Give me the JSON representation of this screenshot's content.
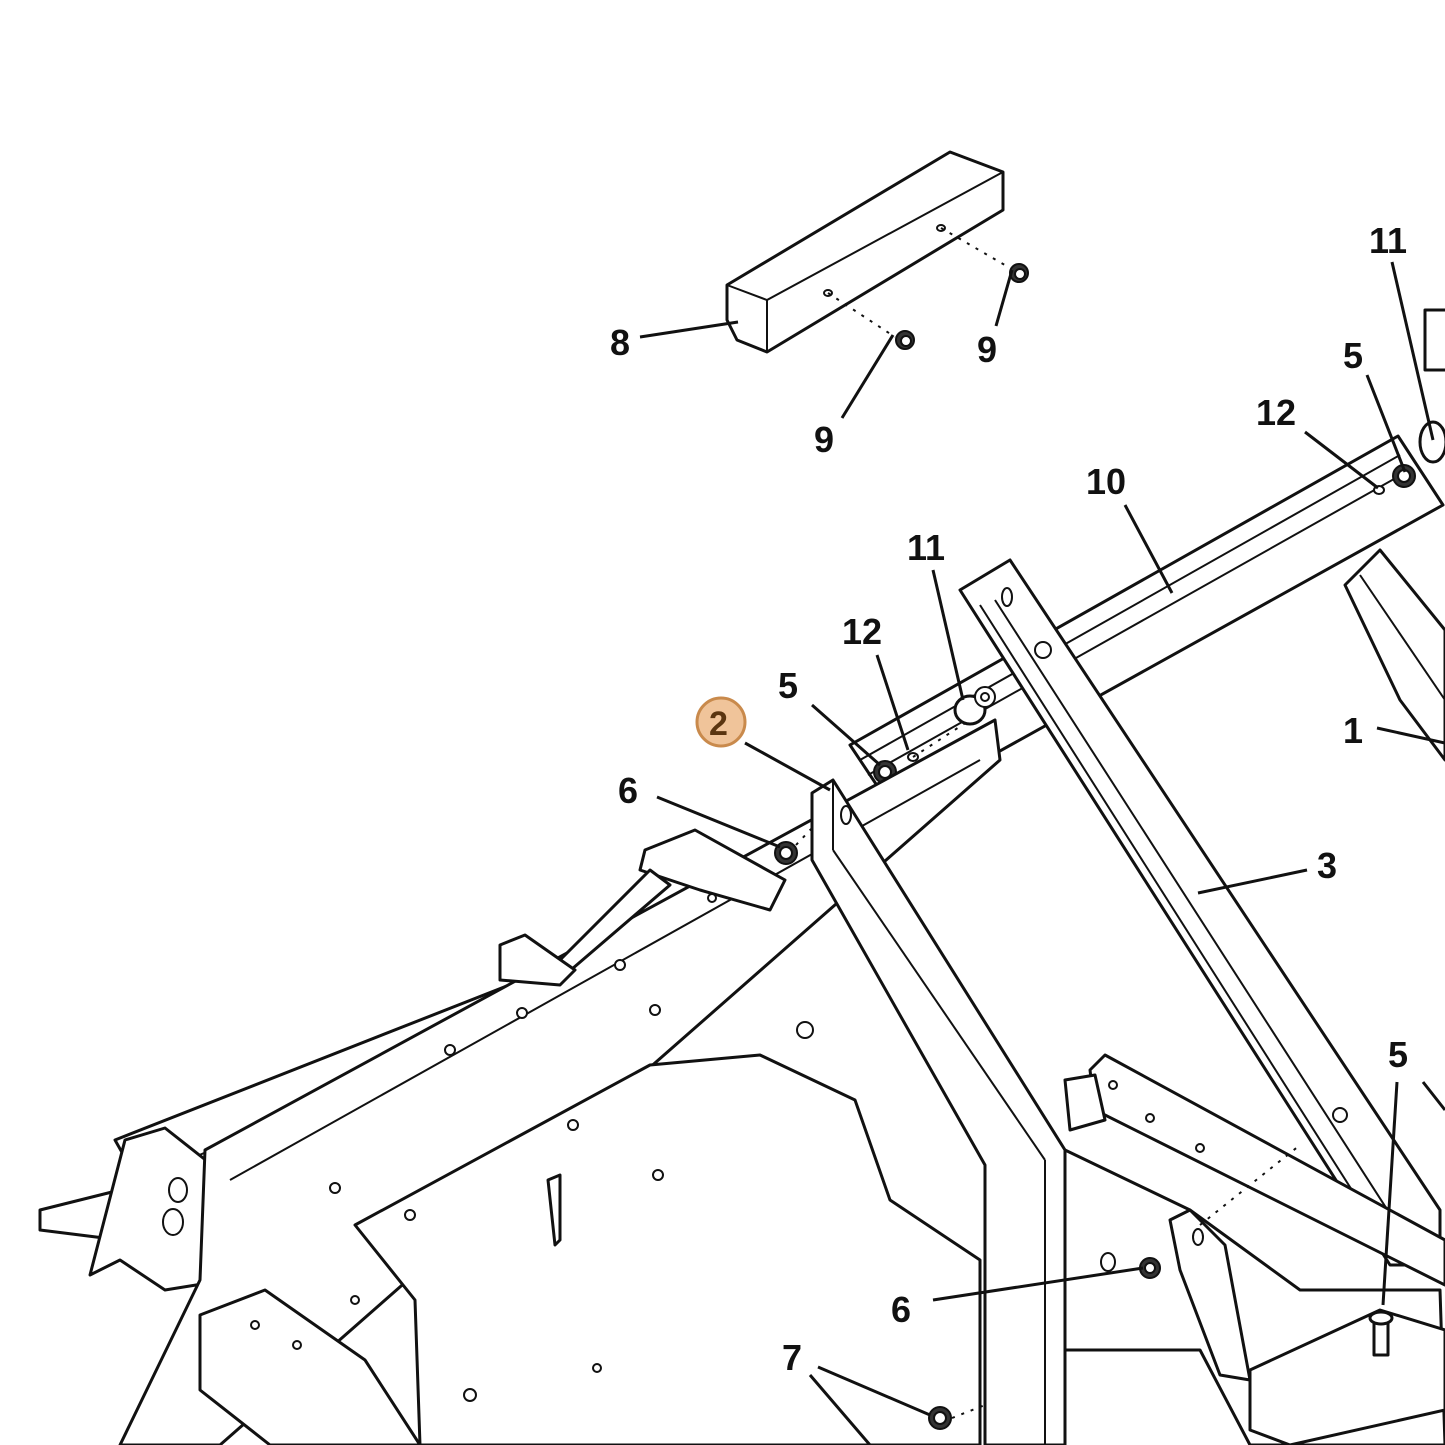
{
  "callouts": [
    {
      "id": "c1",
      "label": "1"
    },
    {
      "id": "c2",
      "label": "2",
      "highlighted": true
    },
    {
      "id": "c3",
      "label": "3"
    },
    {
      "id": "c5a",
      "label": "5"
    },
    {
      "id": "c5b",
      "label": "5"
    },
    {
      "id": "c5c",
      "label": "5"
    },
    {
      "id": "c6a",
      "label": "6"
    },
    {
      "id": "c6b",
      "label": "6"
    },
    {
      "id": "c7",
      "label": "7"
    },
    {
      "id": "c8",
      "label": "8"
    },
    {
      "id": "c9a",
      "label": "9"
    },
    {
      "id": "c9b",
      "label": "9"
    },
    {
      "id": "c10",
      "label": "10"
    },
    {
      "id": "c11a",
      "label": "11"
    },
    {
      "id": "c11b",
      "label": "11"
    },
    {
      "id": "c12a",
      "label": "12"
    },
    {
      "id": "c12b",
      "label": "12"
    }
  ],
  "highlight_color": "#f0c49a"
}
